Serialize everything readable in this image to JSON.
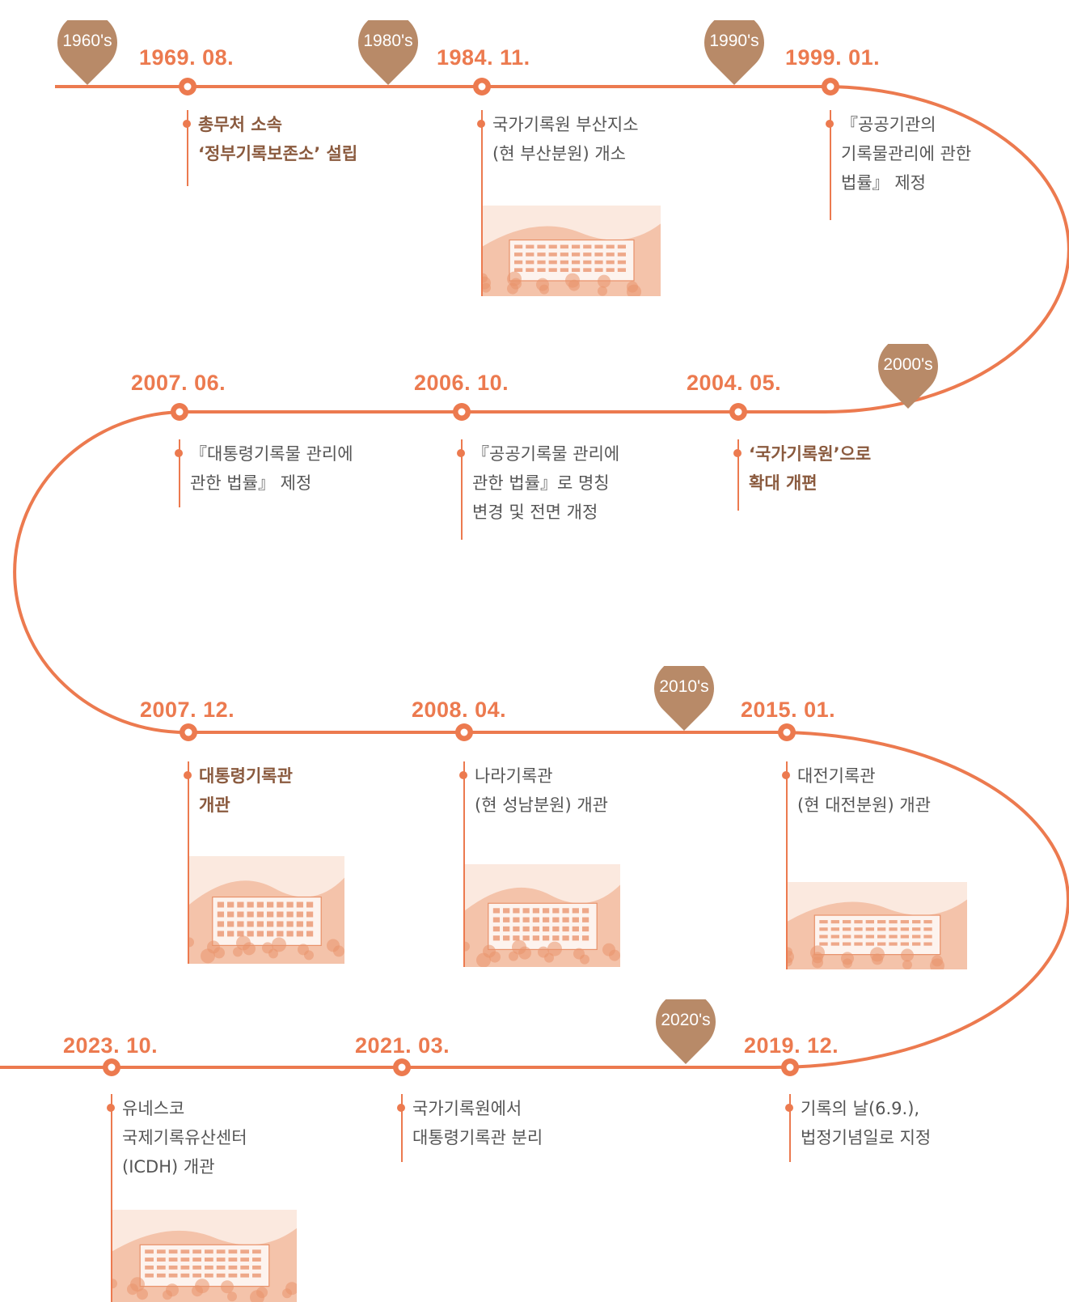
{
  "decades": [
    {
      "id": "d1960",
      "label": "1960's"
    },
    {
      "id": "d1980",
      "label": "1980's"
    },
    {
      "id": "d1990",
      "label": "1990's"
    },
    {
      "id": "d2000",
      "label": "2000's"
    },
    {
      "id": "d2010",
      "label": "2010's"
    },
    {
      "id": "d2020",
      "label": "2020's"
    }
  ],
  "events": [
    {
      "id": "e1969",
      "date": "1969. 08.",
      "lines": [
        "총무처 소속",
        "‘정부기록보존소’ 설립"
      ],
      "bold": true,
      "photo": false
    },
    {
      "id": "e1984",
      "date": "1984. 11.",
      "lines": [
        "국가기록원 부산지소",
        "(현 부산분원) 개소"
      ],
      "bold": false,
      "photo": true
    },
    {
      "id": "e1999",
      "date": "1999. 01.",
      "lines": [
        "『공공기관의",
        "기록물관리에 관한",
        "법률』 제정"
      ],
      "bold": false,
      "photo": false
    },
    {
      "id": "e2004",
      "date": "2004. 05.",
      "lines": [
        "‘국가기록원’으로",
        "확대 개편"
      ],
      "bold": true,
      "photo": false
    },
    {
      "id": "e2006",
      "date": "2006. 10.",
      "lines": [
        "『공공기록물 관리에",
        "관한 법률』로 명칭",
        "변경 및 전면 개정"
      ],
      "bold": false,
      "photo": false
    },
    {
      "id": "e2007a",
      "date": "2007. 06.",
      "lines": [
        "『대통령기록물 관리에",
        "관한 법률』 제정"
      ],
      "bold": false,
      "photo": false
    },
    {
      "id": "e2007b",
      "date": "2007. 12.",
      "lines": [
        "대통령기록관",
        "개관"
      ],
      "bold": true,
      "photo": true
    },
    {
      "id": "e2008",
      "date": "2008. 04.",
      "lines": [
        "나라기록관",
        "(현 성남분원) 개관"
      ],
      "bold": false,
      "photo": true
    },
    {
      "id": "e2015",
      "date": "2015. 01.",
      "lines": [
        "대전기록관",
        "(현 대전분원) 개관"
      ],
      "bold": false,
      "photo": true
    },
    {
      "id": "e2019",
      "date": "2019. 12.",
      "lines": [
        "기록의 날(6.9.),",
        "법정기념일로 지정"
      ],
      "bold": false,
      "photo": false
    },
    {
      "id": "e2021",
      "date": "2021. 03.",
      "lines": [
        "국가기록원에서",
        "대통령기록관 분리"
      ],
      "bold": false,
      "photo": false
    },
    {
      "id": "e2023",
      "date": "2023. 10.",
      "lines": [
        "유네스코",
        "국제기록유산센터",
        "(ICDH) 개관"
      ],
      "bold": false,
      "photo": true
    }
  ],
  "colors": {
    "line": "#ec7a4f",
    "pin": "#b88a68",
    "bold_text": "#8a5a3e",
    "text": "#555555"
  }
}
